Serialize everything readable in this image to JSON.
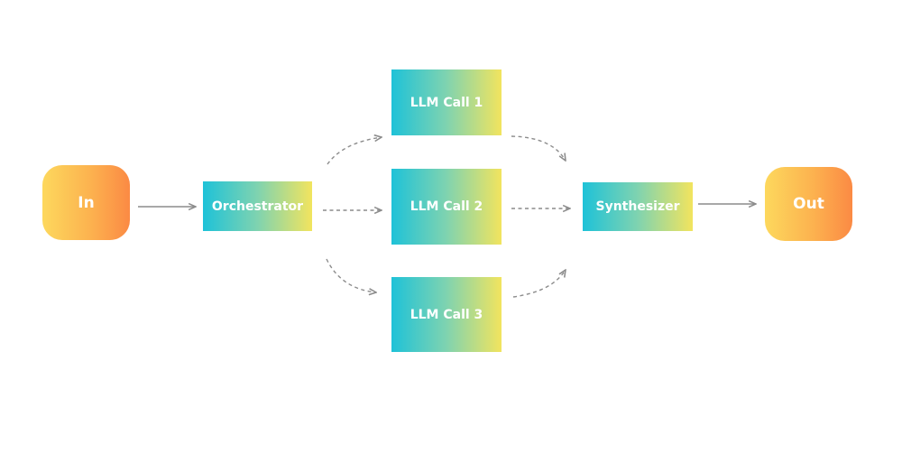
{
  "diagram": {
    "nodes": {
      "in": "In",
      "orchestrator": "Orchestrator",
      "llm_call_1": "LLM Call 1",
      "llm_call_2": "LLM Call 2",
      "llm_call_3": "LLM Call 3",
      "synthesizer": "Synthesizer",
      "out": "Out"
    },
    "colors": {
      "terminal_gradient": [
        "#fdd85d",
        "#fb8a44"
      ],
      "process_gradient": [
        "#1ec2d8",
        "#f2e45e"
      ],
      "connector": "#8c8c8c"
    },
    "edges": [
      {
        "from": "in",
        "to": "orchestrator",
        "style": "solid"
      },
      {
        "from": "orchestrator",
        "to": "llm_call_1",
        "style": "dashed"
      },
      {
        "from": "orchestrator",
        "to": "llm_call_2",
        "style": "dashed"
      },
      {
        "from": "orchestrator",
        "to": "llm_call_3",
        "style": "dashed"
      },
      {
        "from": "llm_call_1",
        "to": "synthesizer",
        "style": "dashed"
      },
      {
        "from": "llm_call_2",
        "to": "synthesizer",
        "style": "dashed"
      },
      {
        "from": "llm_call_3",
        "to": "synthesizer",
        "style": "dashed"
      },
      {
        "from": "synthesizer",
        "to": "out",
        "style": "solid"
      }
    ]
  }
}
